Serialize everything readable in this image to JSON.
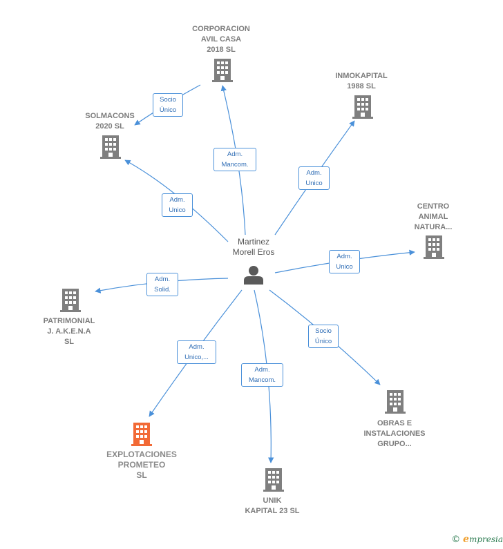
{
  "colors": {
    "edge": "#4a90d9",
    "building": "#7f7f7f",
    "highlight": "#f26a36",
    "person": "#5a5a5a"
  },
  "center": {
    "name": "Martinez\nMorell Eros",
    "icon": "person-icon"
  },
  "companies": [
    {
      "id": "corporacion",
      "name": "CORPORACION\nAVIL CASA\n2018  SL",
      "icon": "building-icon",
      "highlight": false
    },
    {
      "id": "inmokapital",
      "name": "INMOKAPITAL\n1988  SL",
      "icon": "building-icon",
      "highlight": false
    },
    {
      "id": "solmacons",
      "name": "SOLMACONS\n2020  SL",
      "icon": "building-icon",
      "highlight": false
    },
    {
      "id": "centro",
      "name": "CENTRO\nANIMAL\nNATURA...",
      "icon": "building-icon",
      "highlight": false
    },
    {
      "id": "patrimonial",
      "name": "PATRIMONIAL\nJ. A.K.E.N.A\nSL",
      "icon": "building-icon",
      "highlight": false
    },
    {
      "id": "obras",
      "name": "OBRAS E\nINSTALACIONES\nGRUPO...",
      "icon": "building-icon",
      "highlight": false
    },
    {
      "id": "explotaciones",
      "name": "EXPLOTACIONES\nPROMETEO\nSL",
      "icon": "building-icon",
      "highlight": true
    },
    {
      "id": "unik",
      "name": "UNIK\nKAPITAL 23  SL",
      "icon": "building-icon",
      "highlight": false
    }
  ],
  "edges": [
    {
      "from": "center",
      "to": "corporacion",
      "label": "Adm.\nMancom."
    },
    {
      "from": "center",
      "to": "inmokapital",
      "label": "Adm.\nUnico"
    },
    {
      "from": "center",
      "to": "solmacons",
      "label": "Adm.\nUnico"
    },
    {
      "from": "corporacion",
      "to": "solmacons",
      "label": "Socio\nÚnico"
    },
    {
      "from": "center",
      "to": "centro",
      "label": "Adm.\nUnico"
    },
    {
      "from": "center",
      "to": "patrimonial",
      "label": "Adm.\nSolid."
    },
    {
      "from": "center",
      "to": "obras",
      "label": "Socio\nÚnico"
    },
    {
      "from": "center",
      "to": "explotaciones",
      "label": "Adm.\nUnico,..."
    },
    {
      "from": "center",
      "to": "unik",
      "label": "Adm.\nMancom."
    }
  ],
  "footer": {
    "copyright": "©",
    "brand_initial": "e",
    "brand_rest": "mpresia"
  }
}
